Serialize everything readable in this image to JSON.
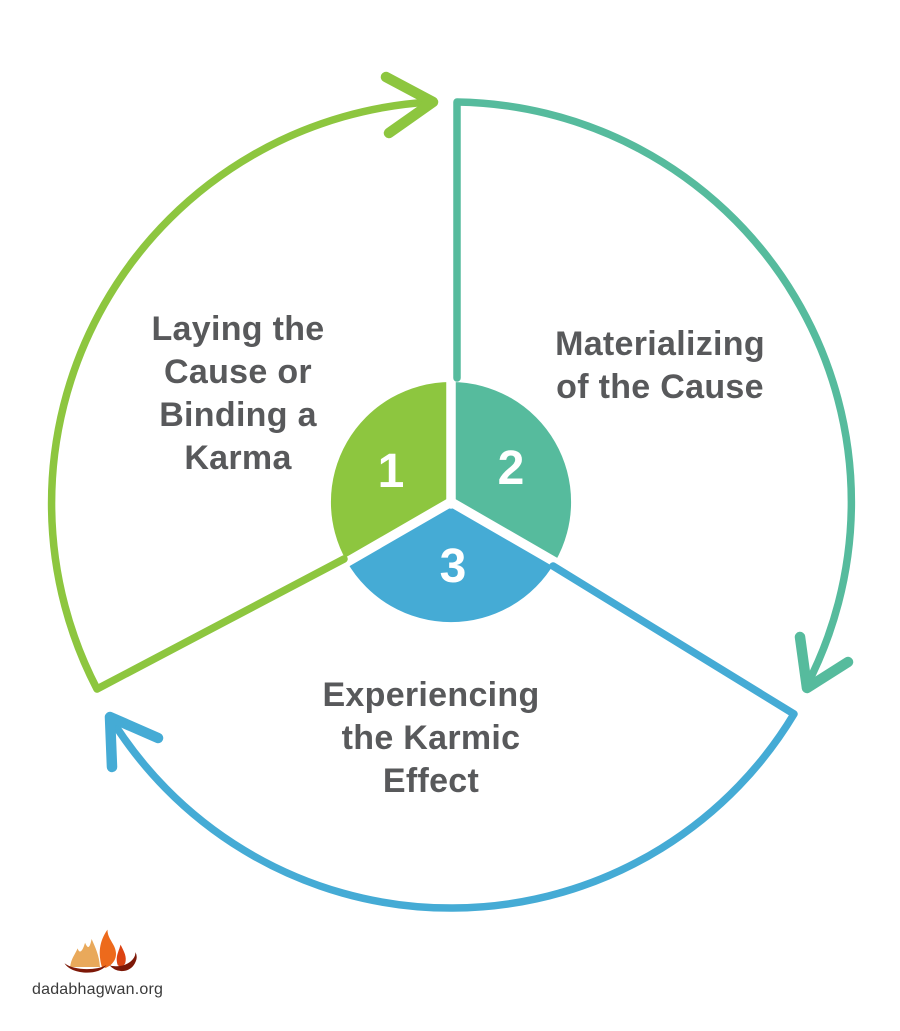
{
  "diagram": {
    "title_visible": false,
    "stages": [
      {
        "number": "1",
        "label": "Laying the Cause or Binding a Karma",
        "label_lines": [
          "Laying the",
          "Cause or",
          "Binding a",
          "Karma"
        ],
        "color": "#8DC63F"
      },
      {
        "number": "2",
        "label": "Materializing of the Cause",
        "label_lines": [
          "Materializing",
          "of the Cause"
        ],
        "color": "#56BB9D"
      },
      {
        "number": "3",
        "label": "Experiencing the Karmic Effect",
        "label_lines": [
          "Experiencing",
          "the Karmic",
          "Effect"
        ],
        "color": "#45ABD5"
      }
    ],
    "colors": {
      "label_text": "#58595B",
      "number_text": "#FFFFFF",
      "background": "#FFFFFF",
      "separator": "#FFFFFF"
    }
  },
  "footer": {
    "website": "dadabhagwan.org",
    "logo": {
      "icon": "diya-flame-icon",
      "bowl_color": "#7D1807",
      "mound_color": "#E9A95B",
      "flame_left_color": "#ED6A1C",
      "flame_right_color": "#DC4312"
    }
  }
}
